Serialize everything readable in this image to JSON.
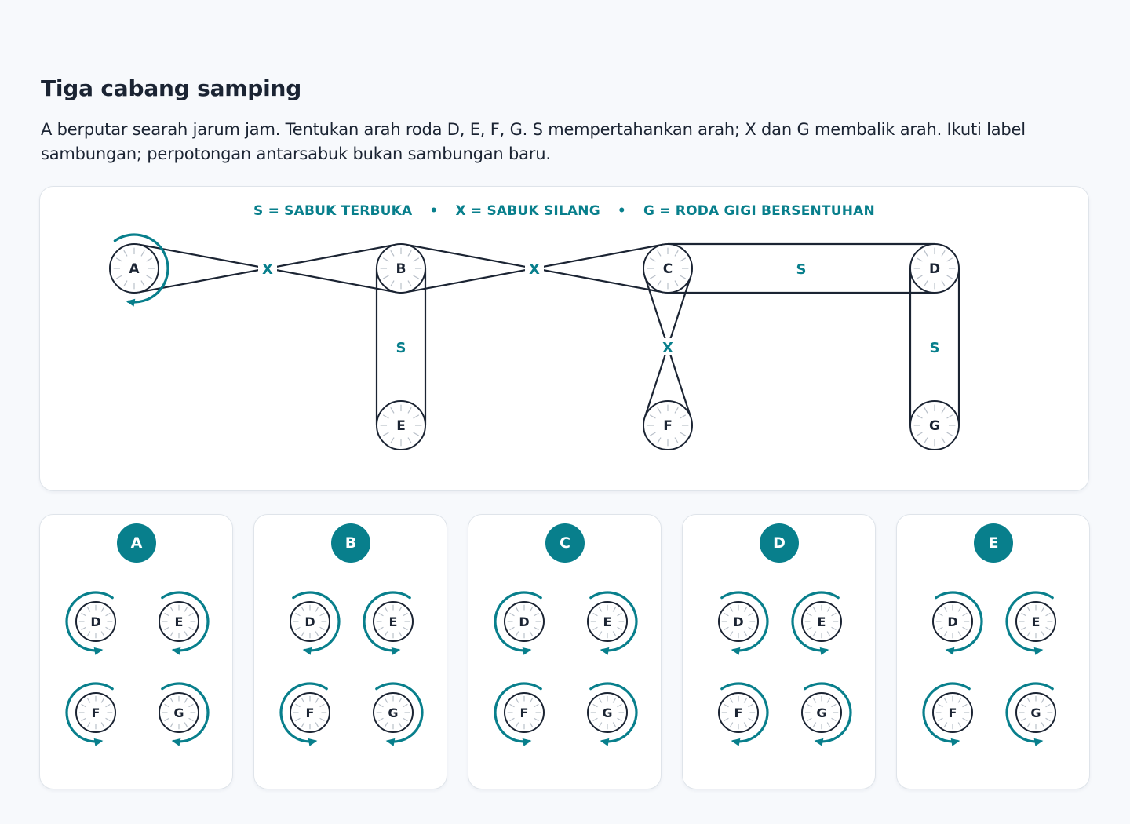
{
  "title": "Tiga cabang samping",
  "instructions": "A berputar searah jarum jam. Tentukan arah roda D, E, F, G. S mempertahankan arah; X dan G membalik arah. Ikuti label sambungan; perpotongan antarsabuk bukan sambungan baru.",
  "legend": {
    "items": [
      "S = SABUK TERBUKA",
      "X = SABUK SILANG",
      "G = RODA GIGI BERSENTUHAN"
    ],
    "separator": "•"
  },
  "colors": {
    "accent": "#087f8c",
    "ink": "#1b2433",
    "spoke": "#b9c0c9"
  },
  "diagram": {
    "wheels": [
      "A",
      "B",
      "C",
      "D",
      "E",
      "F",
      "G"
    ],
    "driver": {
      "wheel": "A",
      "direction": "cw"
    },
    "connections": [
      {
        "from": "A",
        "to": "B",
        "type": "X"
      },
      {
        "from": "B",
        "to": "C",
        "type": "X"
      },
      {
        "from": "C",
        "to": "D",
        "type": "S"
      },
      {
        "from": "B",
        "to": "E",
        "type": "S"
      },
      {
        "from": "C",
        "to": "F",
        "type": "X"
      },
      {
        "from": "D",
        "to": "G",
        "type": "S"
      }
    ]
  },
  "options": [
    {
      "label": "A",
      "wheels": [
        {
          "name": "D",
          "direction": "ccw"
        },
        {
          "name": "E",
          "direction": "cw"
        },
        {
          "name": "F",
          "direction": "ccw"
        },
        {
          "name": "G",
          "direction": "cw"
        }
      ]
    },
    {
      "label": "B",
      "wheels": [
        {
          "name": "D",
          "direction": "cw"
        },
        {
          "name": "E",
          "direction": "ccw"
        },
        {
          "name": "F",
          "direction": "ccw"
        },
        {
          "name": "G",
          "direction": "cw"
        }
      ]
    },
    {
      "label": "C",
      "wheels": [
        {
          "name": "D",
          "direction": "ccw"
        },
        {
          "name": "E",
          "direction": "cw"
        },
        {
          "name": "F",
          "direction": "ccw"
        },
        {
          "name": "G",
          "direction": "cw"
        }
      ]
    },
    {
      "label": "D",
      "wheels": [
        {
          "name": "D",
          "direction": "cw"
        },
        {
          "name": "E",
          "direction": "ccw"
        },
        {
          "name": "F",
          "direction": "cw"
        },
        {
          "name": "G",
          "direction": "cw"
        }
      ]
    },
    {
      "label": "E",
      "wheels": [
        {
          "name": "D",
          "direction": "cw"
        },
        {
          "name": "E",
          "direction": "ccw"
        },
        {
          "name": "F",
          "direction": "ccw"
        },
        {
          "name": "G",
          "direction": "ccw"
        }
      ]
    }
  ]
}
